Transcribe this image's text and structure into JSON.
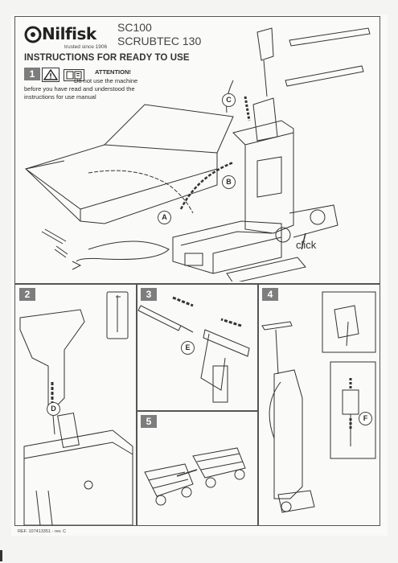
{
  "header": {
    "brand": "Nilfisk",
    "tagline": "trusted since 1906",
    "model_line_1": "SC100",
    "model_line_2": "SCRUBTEC 130",
    "section_title": "INSTRUCTIONS FOR READY TO USE"
  },
  "warning": {
    "heading": "ATTENTION!",
    "line_1": "Do not use the machine",
    "line_2": "before you have read and understood the",
    "line_3": "instructions for use manual"
  },
  "steps": [
    "1",
    "2",
    "3",
    "4",
    "5"
  ],
  "callouts": {
    "a": "A",
    "b": "B",
    "c": "C",
    "d": "D",
    "e": "E",
    "f": "F"
  },
  "click_label": "click",
  "footer": {
    "reference": "REF. 107413351 - rev. C"
  },
  "icons": [
    "nilfisk-logo-icon",
    "warning-triangle-icon",
    "manual-book-icon",
    "hex-key-icon"
  ]
}
